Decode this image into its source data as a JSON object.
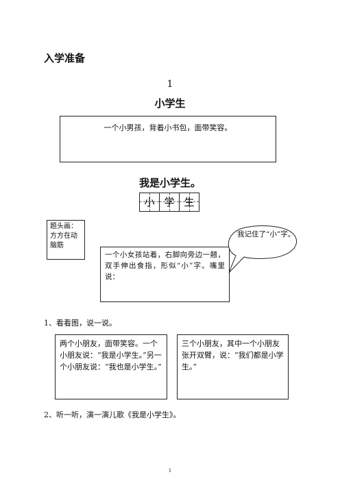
{
  "section_heading": "入学准备",
  "lesson": {
    "number": "1",
    "title": "小学生"
  },
  "intro_box": "一个小男孩，背着小书包，面带笑容。",
  "sentence": "我是小学生。",
  "char_grid": [
    "小",
    "学",
    "生"
  ],
  "note_box": "题头画：方方在动脑筋",
  "scene_box": "一个小女孩站着，右脚向旁边一翘，双手伸出食指，形似“小”字。嘴里说：",
  "speech_bubble": "我记住了“小”字。",
  "task_1": "1、看看图，说一说。",
  "dialog_boxes": [
    "两个小朋友，面带笑容。一个小朋友说：“我是小学生。”另一个小朋友说：“我也是小学生。”",
    "三个小朋友，其中一个小朋友张开双臂，说：“我们都是小学生。”"
  ],
  "task_2": "2、听一听，演一演儿歌《我是小学生》。",
  "page_number": "1"
}
